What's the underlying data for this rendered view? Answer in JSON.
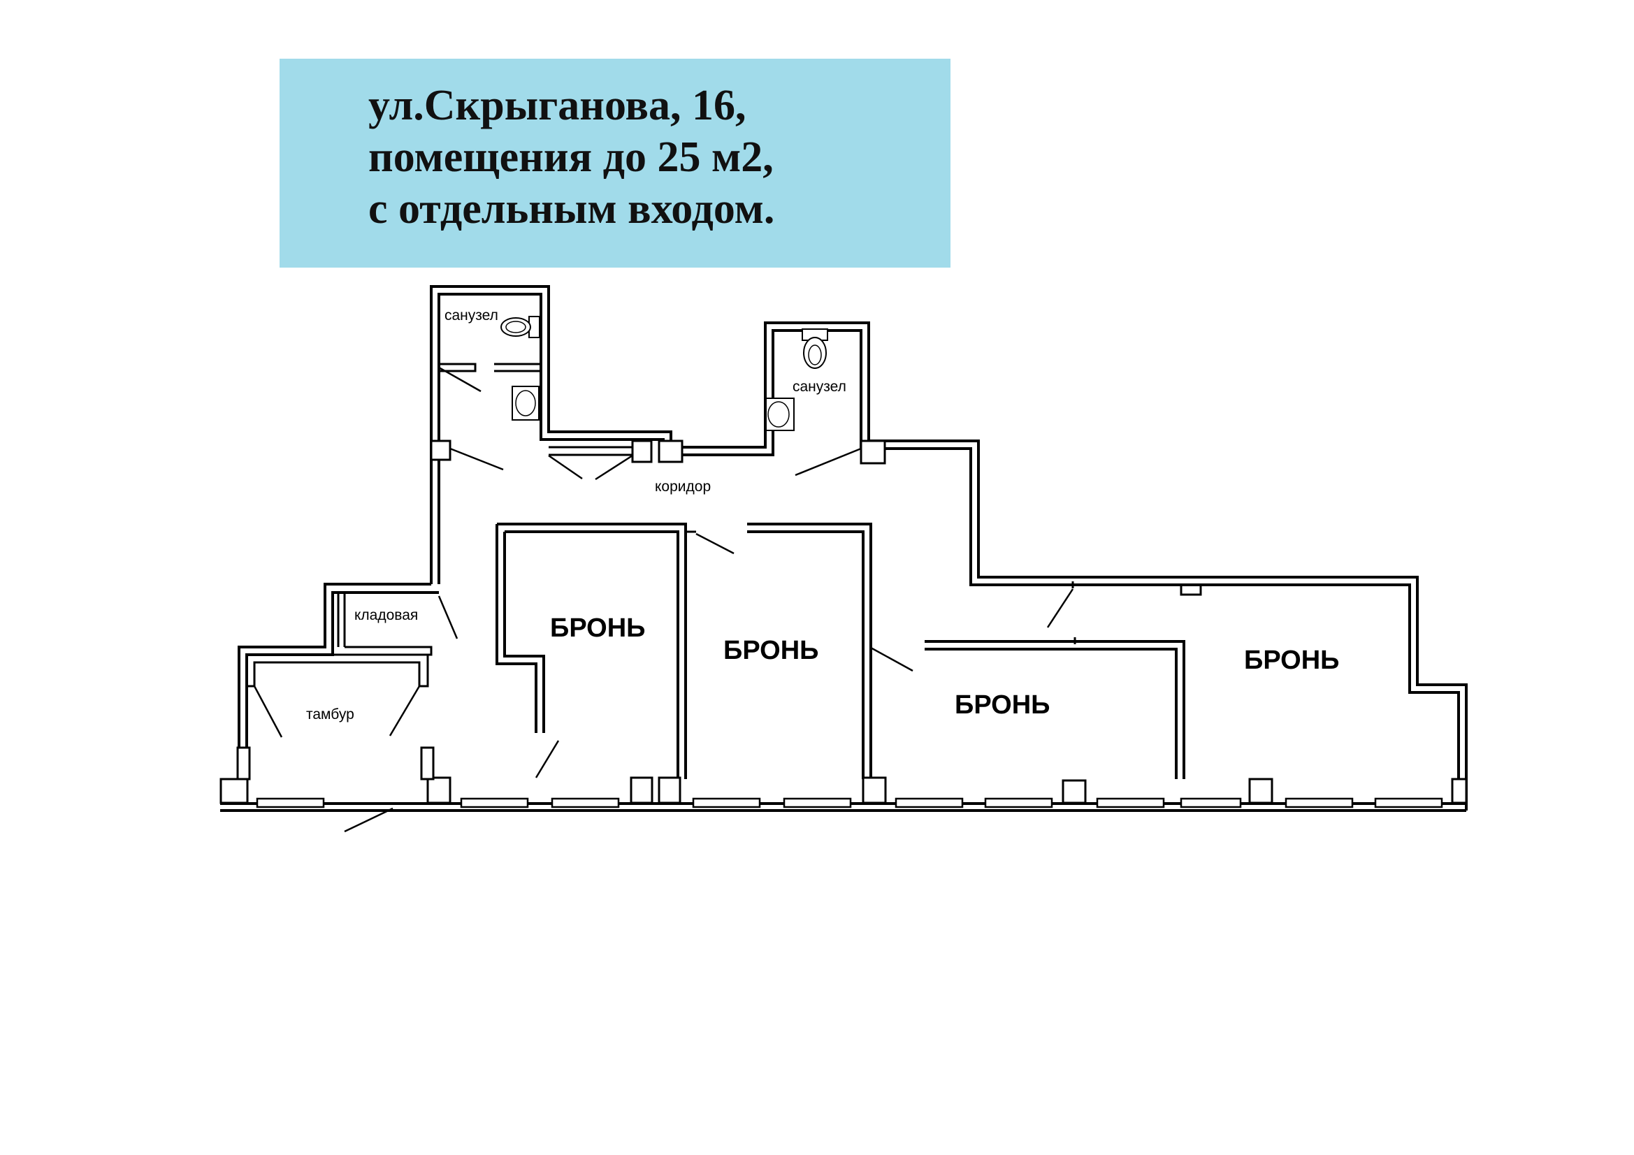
{
  "header": {
    "line1": "ул.Скрыганова, 16,",
    "line2": "помещения до 25 м2,",
    "line3": "с отдельным входом."
  },
  "rooms": {
    "wc_left": "санузел",
    "wc_right": "санузел",
    "corridor": "коридор",
    "storage": "кладовая",
    "vestibule": "тамбур",
    "bron_1": "БРОНЬ",
    "bron_2": "БРОНЬ",
    "bron_3": "БРОНЬ",
    "bron_4": "БРОНЬ"
  },
  "colors": {
    "title_background": "#a1dbea",
    "walls": "#000000",
    "background": "#ffffff"
  }
}
